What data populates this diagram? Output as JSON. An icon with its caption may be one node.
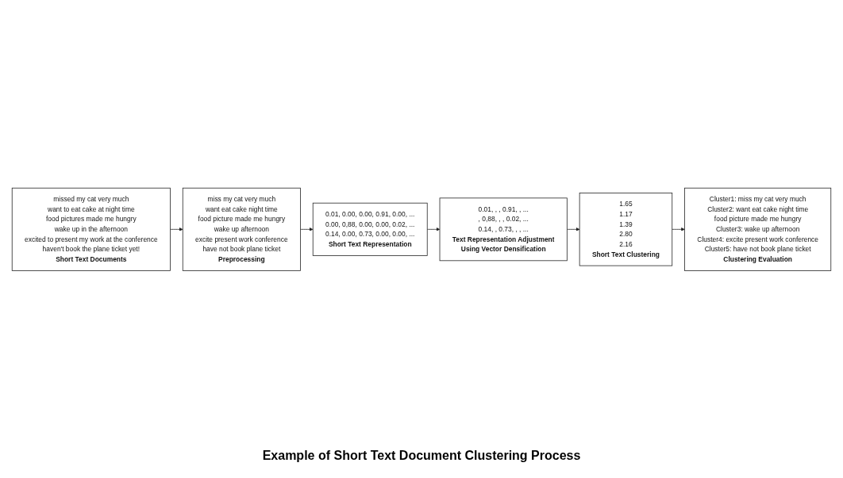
{
  "diagram": {
    "caption": "Example of Short Text Document Clustering Process",
    "nodes": [
      {
        "text": [
          "missed my cat very much",
          "want to eat cake at night time",
          "food pictures made me hungry",
          "wake up in the afternoon",
          "excited to present my work at the conference",
          "haven't book the plane ticket yet!",
          "Short Text Documents"
        ]
      },
      {
        "text": [
          "miss my cat very much",
          "want eat cake night time",
          "food picture made me hungry",
          "wake up afternoon",
          "excite present work conference",
          "have not book plane ticket",
          "Preprocessing"
        ]
      },
      {
        "text": [
          "0.01, 0.00, 0.00, 0.91, 0.00, ...",
          "0.00, 0,88, 0.00, 0.00, 0.02, ...",
          "0.14, 0.00, 0.73, 0.00, 0.00, ...",
          "Short Text Representation"
        ]
      },
      {
        "text": [
          "0.01, , , 0.91, , ...",
          ", 0,88, , , 0.02, ...",
          "0.14, , 0.73, , , ...",
          "Text Representation Adjustment",
          "Using Vector Densification"
        ]
      },
      {
        "text": [
          "1.65",
          "1.17",
          "1.39",
          "2.80",
          "2.16",
          "Short Text Clustering"
        ]
      },
      {
        "text": [
          "Cluster1: miss my cat very much",
          "Cluster2: want eat cake night time",
          "food picture made me hungry",
          "Cluster3: wake up afternoon",
          "Cluster4: excite present work conference",
          "Cluster5: have not book plane ticket",
          "Clustering Evaluation"
        ]
      }
    ],
    "edges": [
      {
        "from": 0,
        "to": 1,
        "arrow": "to"
      },
      {
        "from": 1,
        "to": 2,
        "arrow": "to"
      },
      {
        "from": 2,
        "to": 3,
        "arrow": "to"
      },
      {
        "from": 3,
        "to": 4,
        "arrow": "to"
      },
      {
        "from": 4,
        "to": 5,
        "arrow": "to"
      }
    ]
  }
}
